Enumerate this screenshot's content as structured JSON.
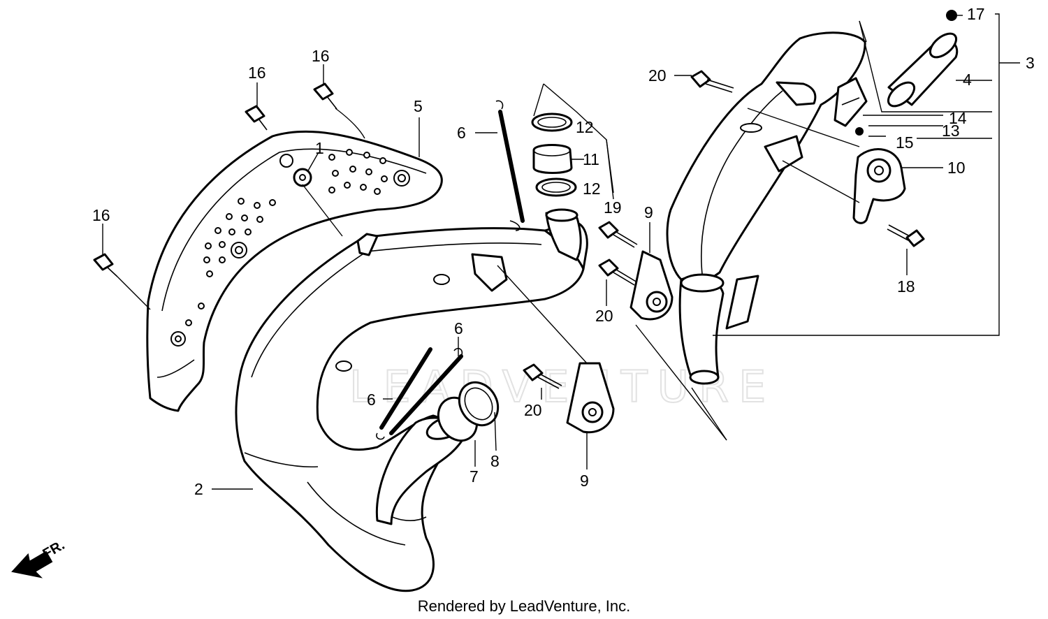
{
  "watermark": "LEADVENTURE",
  "direction": "FR.",
  "footer": "Rendered by LeadVenture, Inc.",
  "callouts": [
    "1",
    "2",
    "3",
    "4",
    "5",
    "6",
    "6",
    "6",
    "7",
    "8",
    "9",
    "9",
    "10",
    "11",
    "12",
    "12",
    "13",
    "14",
    "15",
    "16",
    "16",
    "16",
    "17",
    "18",
    "19",
    "20",
    "20",
    "20"
  ],
  "colors": {
    "line": "#000000",
    "background": "#ffffff",
    "watermark": "#e2e2e2"
  }
}
